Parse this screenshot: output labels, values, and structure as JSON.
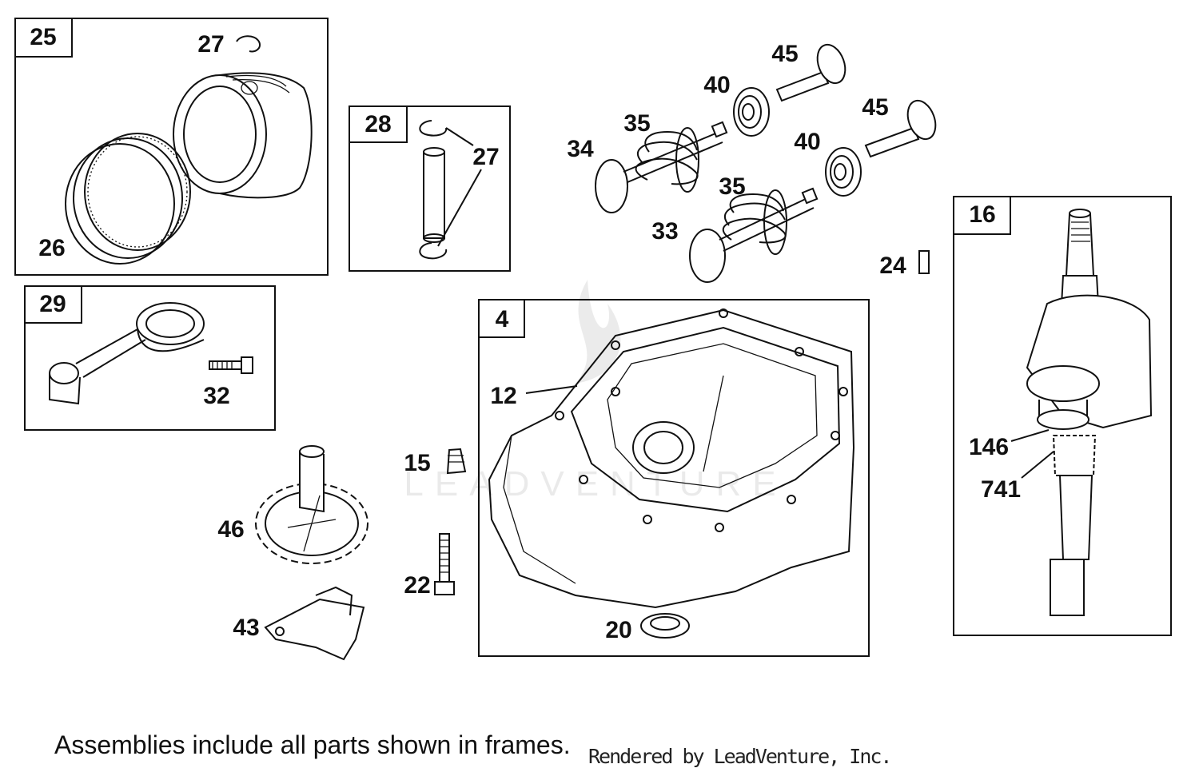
{
  "frames": [
    {
      "id": "frame-25",
      "number": "25"
    },
    {
      "id": "frame-28",
      "number": "28"
    },
    {
      "id": "frame-29",
      "number": "29"
    },
    {
      "id": "frame-4",
      "number": "4"
    },
    {
      "id": "frame-16",
      "number": "16"
    }
  ],
  "callouts": {
    "piston_ring_clip": "27",
    "rings": "26",
    "pin_clip": "27",
    "bolt_rod": "32",
    "valve_spring_top": "35",
    "valve_spring_bottom": "35",
    "valve_intake": "34",
    "valve_exhaust": "33",
    "retainer_top": "40",
    "retainer_bottom": "40",
    "tappet_top": "45",
    "tappet_bottom": "45",
    "key": "24",
    "gasket": "12",
    "seal": "20",
    "plug": "15",
    "bolt_sump": "22",
    "cam_gear": "46",
    "governor": "43",
    "washer": "146",
    "timing_gear": "741"
  },
  "footer": {
    "note": "Assemblies include all parts shown in frames.",
    "credit": "Rendered by LeadVenture, Inc."
  },
  "watermark": "LEADVENTURE"
}
